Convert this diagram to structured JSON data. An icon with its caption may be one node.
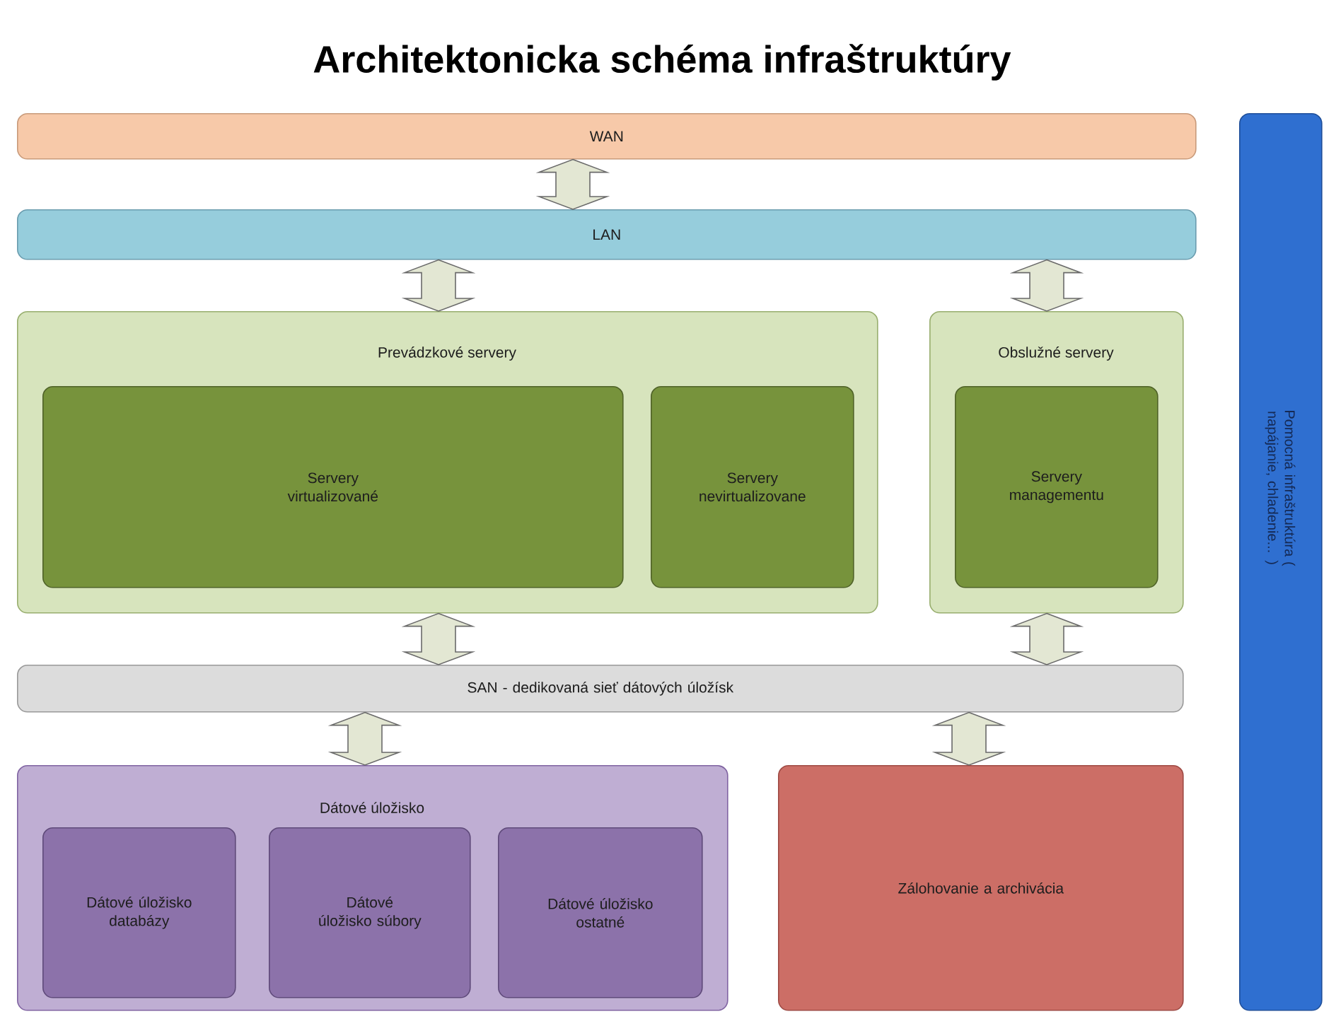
{
  "diagram": {
    "title": "Architektonicka schéma infraštruktúry",
    "nodes": [
      {
        "text": [
          "WAN"
        ]
      },
      {
        "text": [
          "LAN"
        ]
      },
      {
        "text": [
          "Prevádzkové servery"
        ]
      },
      {
        "text": [
          "Servery virtualizované"
        ],
        "in": 2
      },
      {
        "text": [
          "Servery nevirtualizovane"
        ],
        "in": 2
      },
      {
        "text": [
          "Obslužné servery"
        ]
      },
      {
        "text": [
          "Servery managementu"
        ],
        "in": 5
      },
      {
        "text": [
          "SAN - dedikovaná sieť dátových úložísk"
        ]
      },
      {
        "text": [
          "Dátové úložisko"
        ]
      },
      {
        "text": [
          "Dátové úložisko databázy"
        ],
        "in": 8
      },
      {
        "text": [
          "Dátové úložisko súbory"
        ],
        "in": 8
      },
      {
        "text": [
          "Dátové úložisko ostatné"
        ],
        "in": 8
      },
      {
        "text": [
          "Zálohovanie a archivácia"
        ]
      },
      {
        "text": [
          "Pomocná infraštruktúra ( napájanie, chladenie... )"
        ]
      }
    ],
    "edges": [
      {
        "from": 0,
        "to": 1,
        "arrow": "both"
      },
      {
        "from": 1,
        "to": 2,
        "arrow": "both"
      },
      {
        "from": 1,
        "to": 5,
        "arrow": "both"
      },
      {
        "from": 2,
        "to": 7,
        "arrow": "both"
      },
      {
        "from": 5,
        "to": 7,
        "arrow": "both"
      },
      {
        "from": 7,
        "to": 8,
        "arrow": "both"
      },
      {
        "from": 7,
        "to": 12,
        "arrow": "both"
      }
    ]
  }
}
